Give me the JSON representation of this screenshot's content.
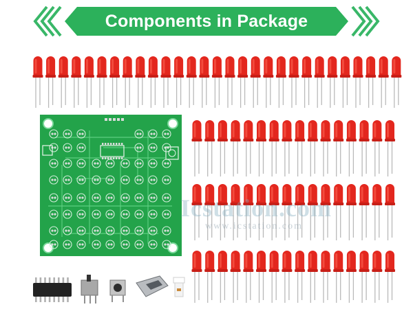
{
  "banner": {
    "title": "Components in Package",
    "color": "#2cb15b",
    "chevron_color": "#39b768"
  },
  "led": {
    "color": "#e3271e",
    "highlight": "#ff6a58",
    "lead_color": "#b9b9b9"
  },
  "pcb": {
    "color": "#23a34a",
    "trace_color": "#5fcf82",
    "pad_color": "#dcdcdc"
  },
  "parts": [
    {
      "name": "ic-chip"
    },
    {
      "name": "slide-switch"
    },
    {
      "name": "push-button"
    },
    {
      "name": "usb-connector"
    },
    {
      "name": "resistor"
    }
  ],
  "watermark": {
    "main": "Icstation.com",
    "sub": "www.icstation.com"
  }
}
